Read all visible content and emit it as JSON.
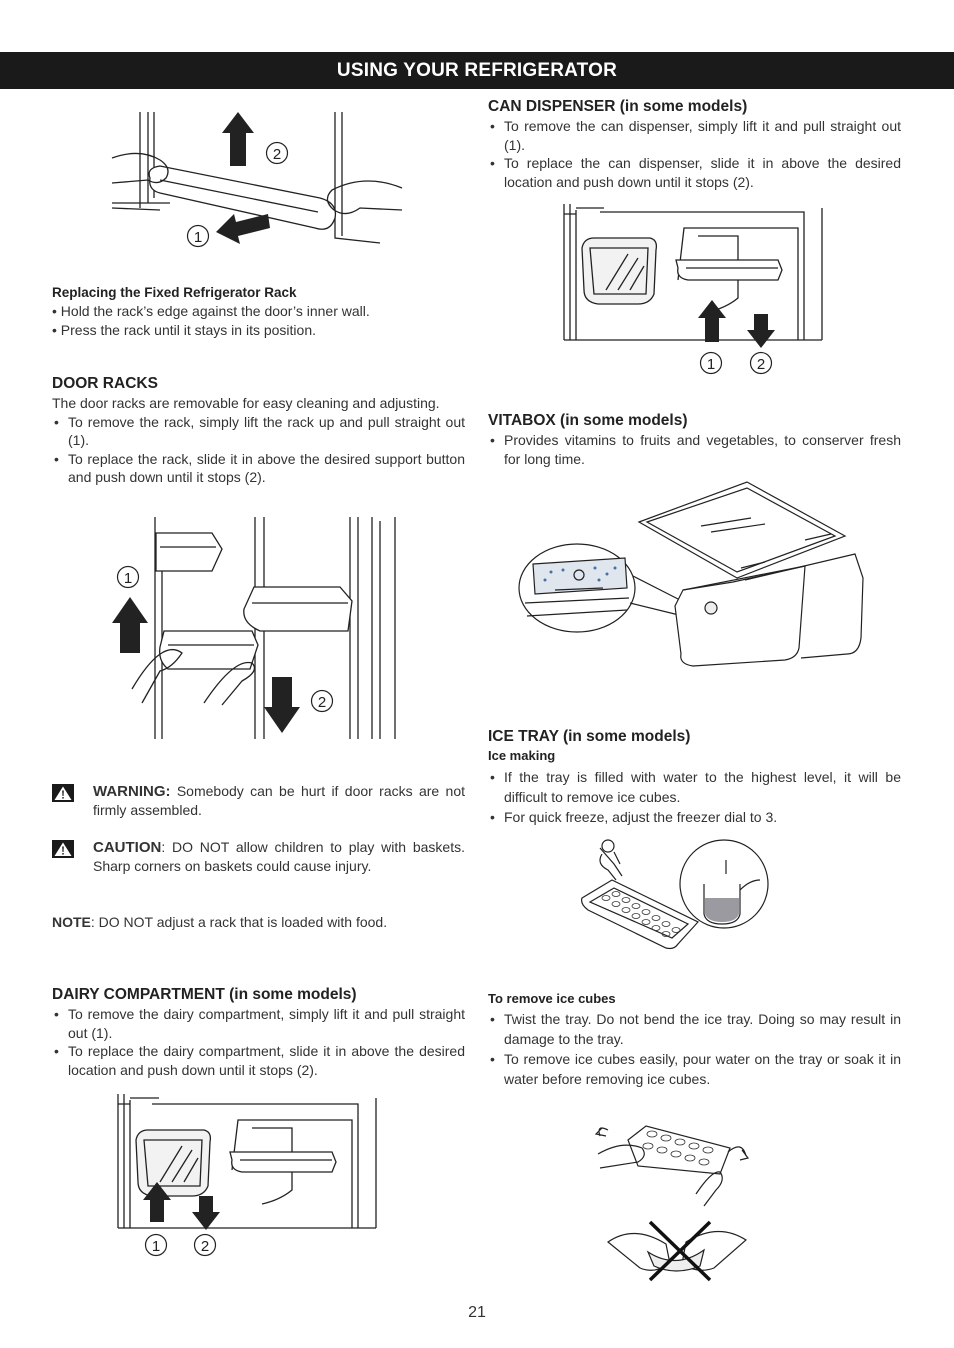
{
  "header": {
    "title": "USING YOUR REFRIGERATOR"
  },
  "left": {
    "fixed_rack": {
      "heading": "Replacing the Fixed Refrigerator Rack",
      "lines": [
        "• Hold the rack’s edge against the door’s inner wall.",
        "• Press the rack until it stays in its position."
      ],
      "callouts": [
        "1",
        "2"
      ]
    },
    "door_racks": {
      "heading": "DOOR RACKS",
      "intro": "The door racks are removable for easy cleaning and adjusting.",
      "bullets": [
        "To remove the rack, simply lift the rack up and pull straight out (1).",
        "To replace the rack, slide it in above the desired support button and push down until it stops (2)."
      ],
      "callouts": [
        "1",
        "2"
      ]
    },
    "warning": {
      "label": "WARNING:",
      "text": " Somebody can be hurt if door racks are not firmly assembled."
    },
    "caution": {
      "label": "CAUTION",
      "text": ": DO NOT allow children to play with baskets. Sharp corners on baskets could cause injury."
    },
    "note": {
      "label": "NOTE",
      "text": ": DO NOT adjust a rack that is loaded with food."
    },
    "dairy": {
      "heading": "DAIRY COMPARTMENT (in some models)",
      "bullets": [
        "To remove the dairy compartment, simply lift it and pull straight out (1).",
        "To replace the dairy compartment, slide it in above the desired location and push down until it stops (2)."
      ],
      "callouts": [
        "1",
        "2"
      ]
    }
  },
  "right": {
    "can_dispenser": {
      "heading": "CAN DISPENSER (in some models)",
      "bullets": [
        "To remove the can dispenser, simply lift it and pull straight out (1).",
        "To replace the can dispenser, slide it in above the desired location and push down until it stops (2)."
      ],
      "callouts": [
        "1",
        "2"
      ]
    },
    "vitabox": {
      "heading": "VITABOX (in some models)",
      "bullets": [
        "Provides vitamins to fruits and vegetables, to conserver fresh for long time."
      ]
    },
    "ice_tray": {
      "heading": "ICE TRAY (in some models)",
      "subheading": "Ice making",
      "bullets": [
        "If the tray is filled with water to the highest level, it will be difficult to remove ice cubes.",
        "For quick freeze, adjust the freezer dial to 3."
      ]
    },
    "remove_cubes": {
      "heading": "To remove ice cubes",
      "bullets": [
        "Twist the tray. Do not bend the ice tray. Doing so may result in damage to the tray.",
        "To remove ice cubes easily, pour water on the tray or soak it in water before removing ice cubes."
      ]
    }
  },
  "footer": {
    "page_number": "21"
  }
}
